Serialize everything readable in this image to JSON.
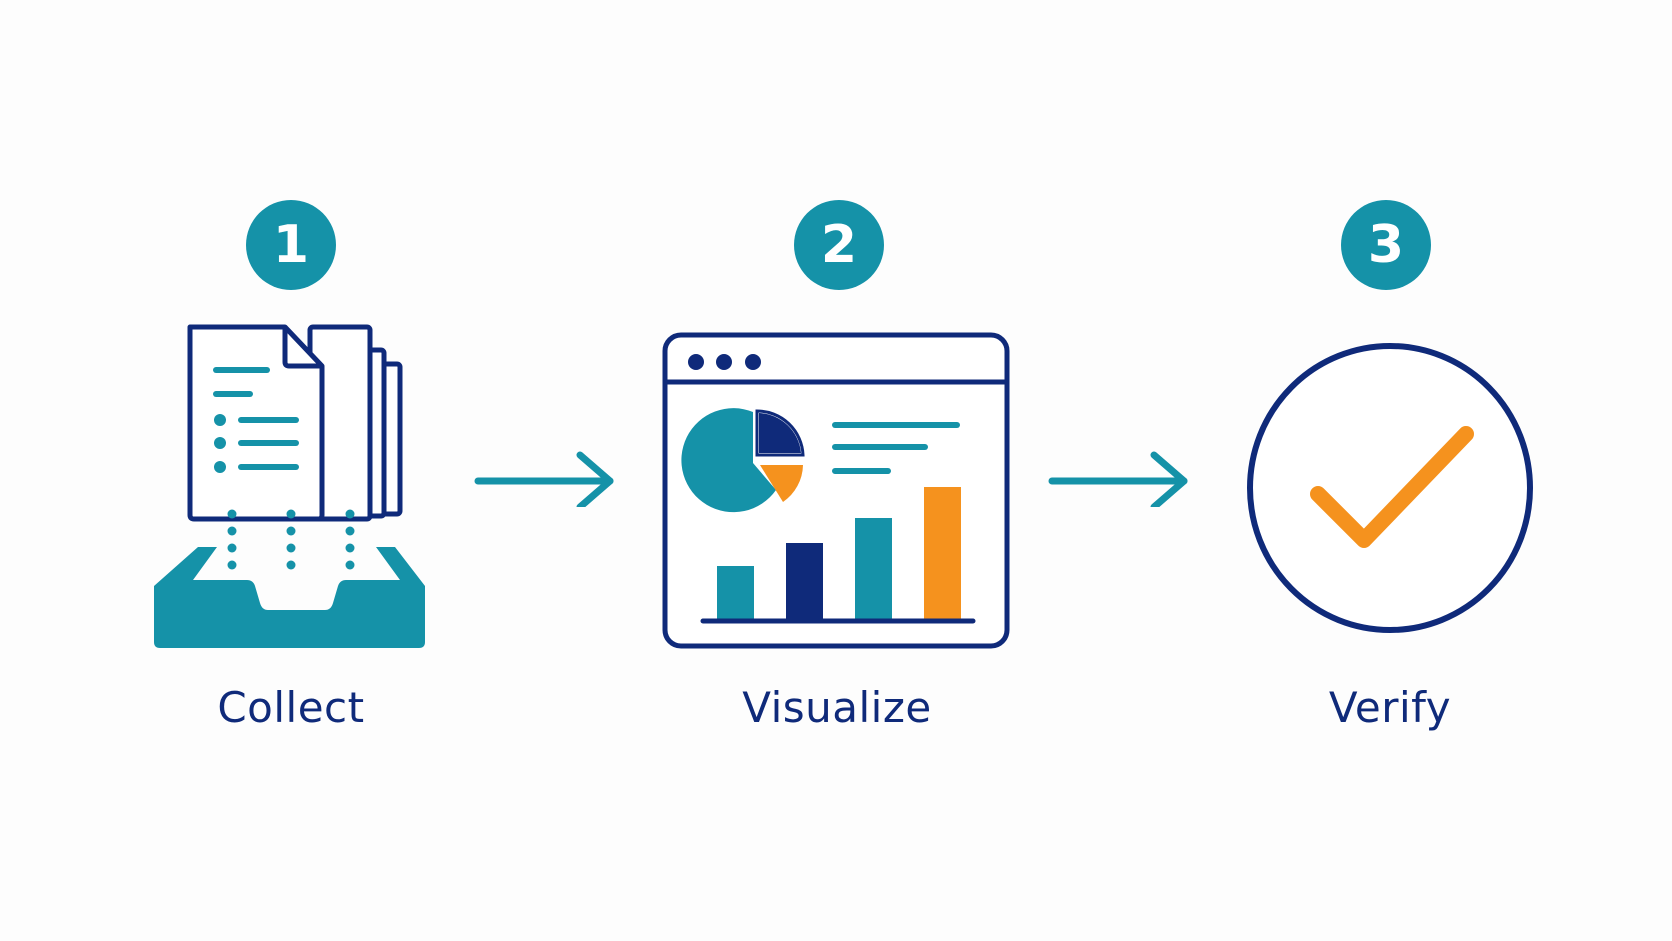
{
  "colors": {
    "teal": "#1592a8",
    "navy": "#0f2a7a",
    "orange": "#f5921e",
    "background": "#fdfdfd"
  },
  "steps": [
    {
      "number": "1",
      "label": "Collect",
      "icon": "document-inbox-icon"
    },
    {
      "number": "2",
      "label": "Visualize",
      "icon": "dashboard-chart-icon"
    },
    {
      "number": "3",
      "label": "Verify",
      "icon": "checkmark-circle-icon"
    }
  ],
  "connectors": [
    "arrow-right-icon",
    "arrow-right-icon"
  ]
}
